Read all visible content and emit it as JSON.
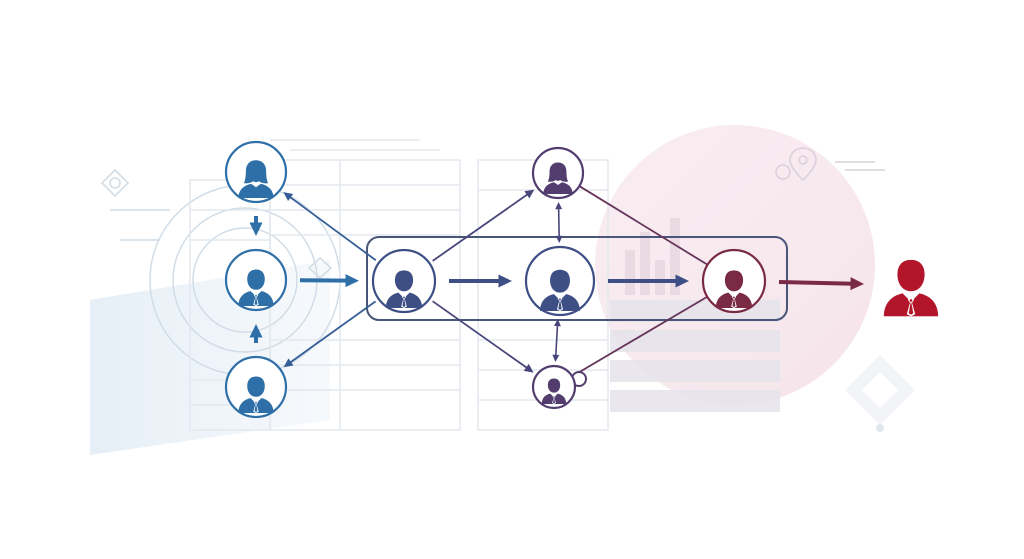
{
  "diagram": {
    "type": "network-flow",
    "palette": {
      "blue": "#2f6fa8",
      "indigo": "#3e4f86",
      "purple": "#523d6e",
      "maroon": "#7a2a44",
      "red": "#b3162a",
      "frame": "#4a557a"
    },
    "nodes": [
      {
        "id": "n1",
        "icon": "person-female-icon",
        "color": "blue"
      },
      {
        "id": "n2",
        "icon": "person-male-icon",
        "color": "blue"
      },
      {
        "id": "n3",
        "icon": "person-male-icon",
        "color": "blue"
      },
      {
        "id": "n4",
        "icon": "person-male-icon",
        "color": "indigo"
      },
      {
        "id": "n5",
        "icon": "person-female-icon",
        "color": "purple"
      },
      {
        "id": "n6",
        "icon": "person-male-icon",
        "color": "indigo"
      },
      {
        "id": "n7",
        "icon": "person-male-icon",
        "color": "purple"
      },
      {
        "id": "n8",
        "icon": "person-male-icon",
        "color": "maroon"
      },
      {
        "id": "n9",
        "icon": "person-male-icon",
        "color": "red"
      }
    ],
    "edges": [
      {
        "from": "n1",
        "to": "n2",
        "kind": "arrow"
      },
      {
        "from": "n3",
        "to": "n2",
        "kind": "arrow"
      },
      {
        "from": "n2",
        "to": "n4",
        "kind": "arrow"
      },
      {
        "from": "n4",
        "to": "n1",
        "kind": "arrow"
      },
      {
        "from": "n4",
        "to": "n3",
        "kind": "arrow"
      },
      {
        "from": "n4",
        "to": "n5",
        "kind": "arrow"
      },
      {
        "from": "n4",
        "to": "n7",
        "kind": "arrow"
      },
      {
        "from": "n4",
        "to": "n6",
        "kind": "arrow"
      },
      {
        "from": "n5",
        "to": "n8",
        "kind": "line"
      },
      {
        "from": "n6",
        "to": "n5",
        "kind": "double-arrow"
      },
      {
        "from": "n6",
        "to": "n7",
        "kind": "double-arrow"
      },
      {
        "from": "n6",
        "to": "n8",
        "kind": "arrow"
      },
      {
        "from": "n7",
        "to": "n8",
        "kind": "line"
      },
      {
        "from": "n8",
        "to": "n9",
        "kind": "arrow"
      }
    ],
    "group": {
      "members": [
        "n4",
        "n6",
        "n8"
      ],
      "shape": "rounded-rectangle"
    }
  }
}
